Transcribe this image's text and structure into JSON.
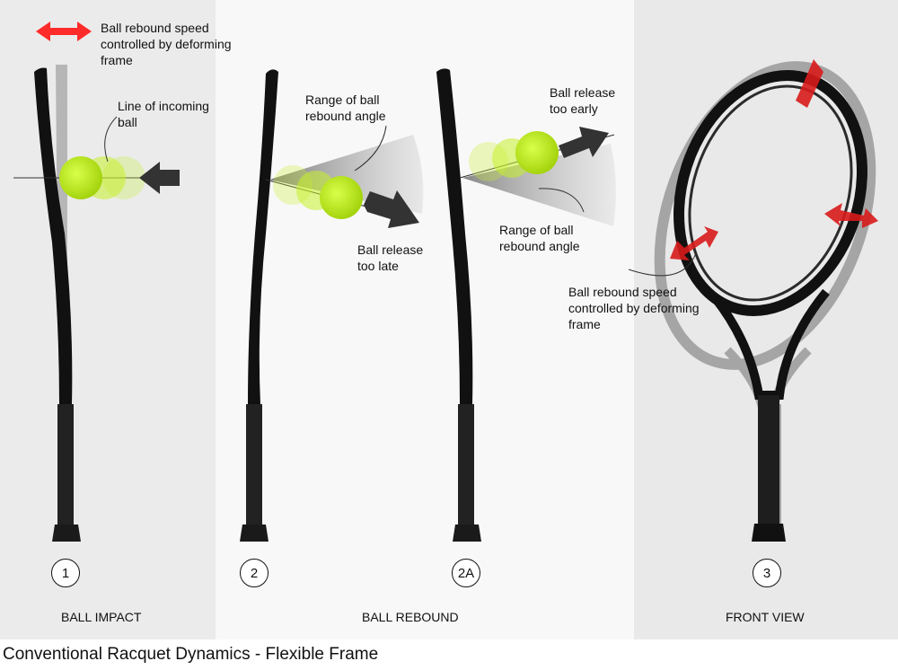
{
  "labels": {
    "rebound_speed_top": "Ball rebound speed\ncontrolled by deforming\nframe",
    "incoming_line": "Line of incoming\nball",
    "range_angle_2": "Range of ball\nrebound angle",
    "release_late": "Ball release\ntoo late",
    "release_early": "Ball release\ntoo early",
    "range_angle_2a": "Range of ball\nrebound angle",
    "rebound_speed_right": "Ball rebound speed\ncontrolled by deforming\nframe"
  },
  "numbers": {
    "n1": "1",
    "n2": "2",
    "n2a": "2A",
    "n3": "3"
  },
  "sections": {
    "impact": "BALL IMPACT",
    "rebound": "BALL REBOUND",
    "front": "FRONT VIEW"
  },
  "title": "Conventional Racquet Dynamics - Flexible Frame",
  "colors": {
    "ball": "#c6f02a",
    "frame": "#111111",
    "arrow": "#333333",
    "speed_arrow": "#e21b1b"
  }
}
